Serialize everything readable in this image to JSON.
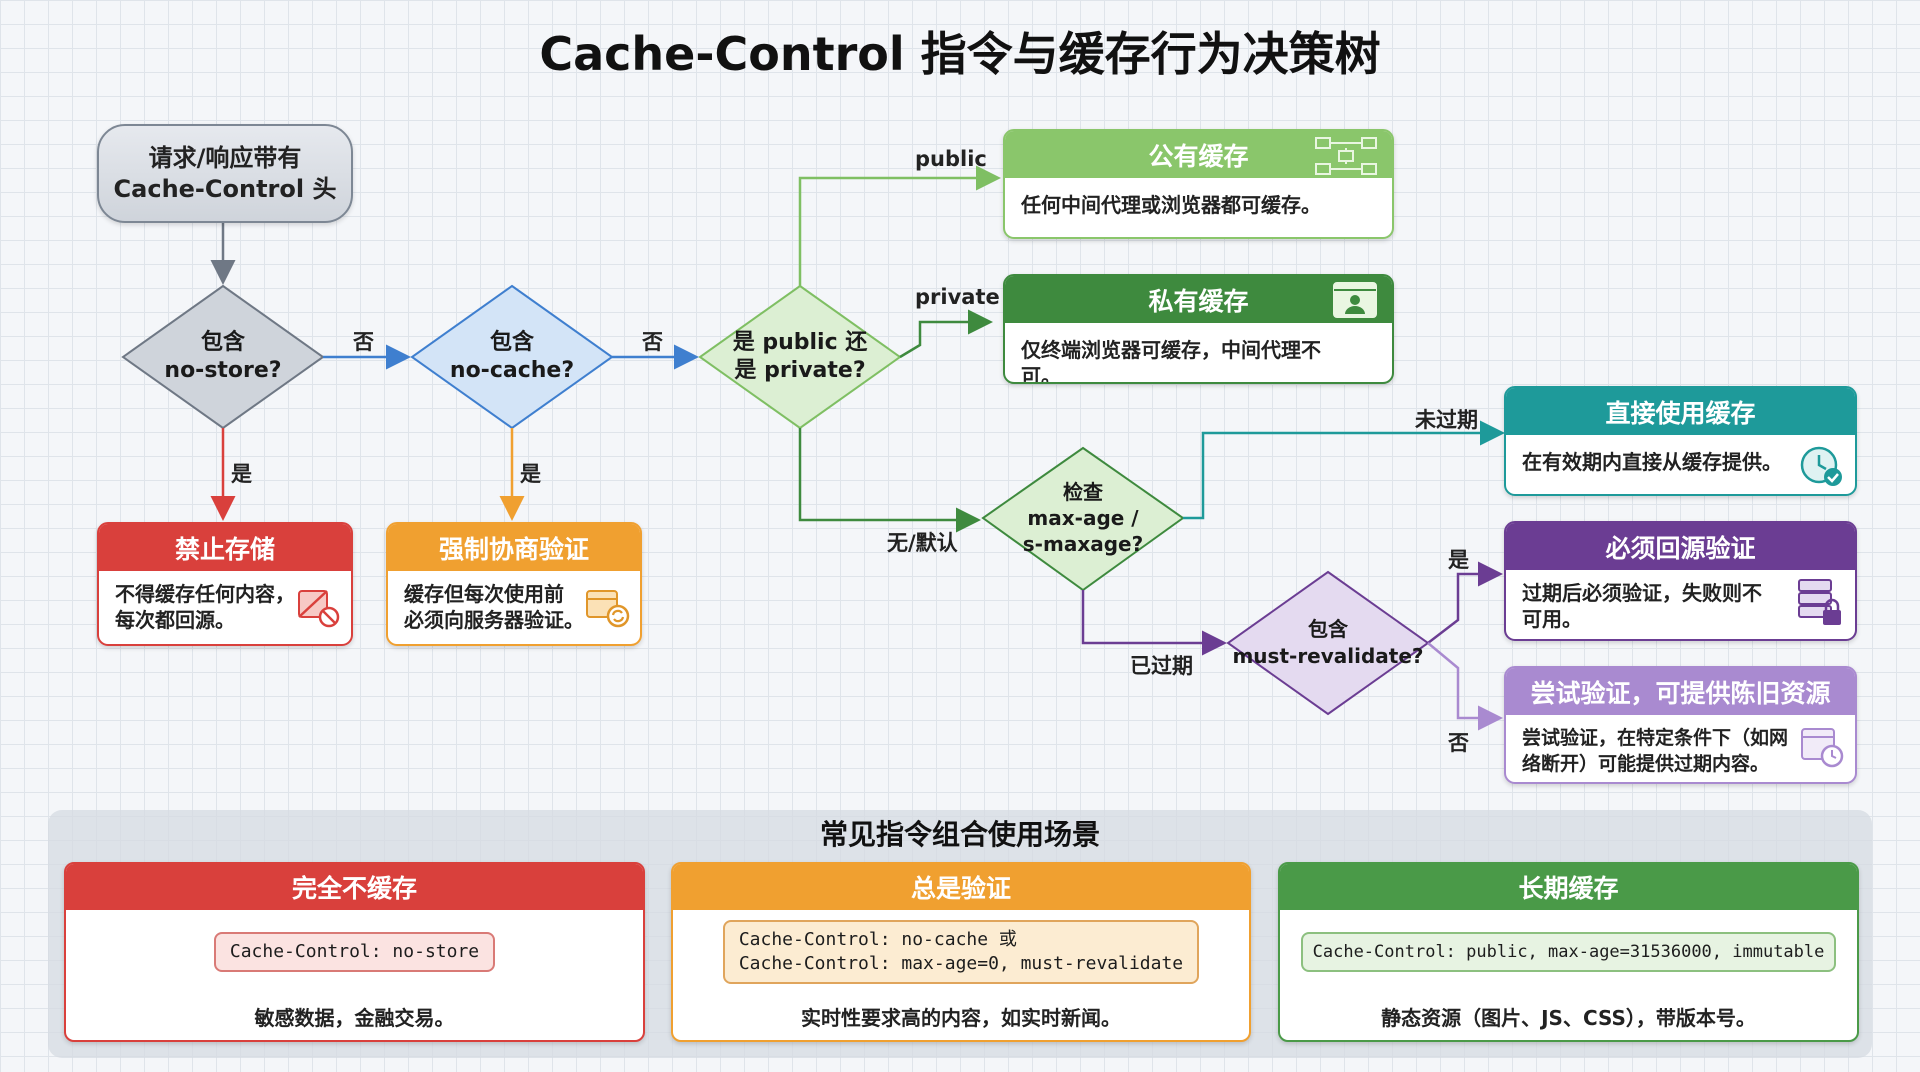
{
  "title": "Cache-Control 指令与缓存行为决策树",
  "start": {
    "line1": "请求/响应带有",
    "line2": "Cache-Control 头"
  },
  "decisions": {
    "no_store": {
      "line1": "包含",
      "line2": "no-store?"
    },
    "no_cache": {
      "line1": "包含",
      "line2": "no-cache?"
    },
    "public_private": {
      "line1": "是 public 还",
      "line2": "是 private?"
    },
    "max_age": {
      "line1": "检查",
      "line2": "max-age /",
      "line3": "s-maxage?"
    },
    "must_revalidate": {
      "line1": "包含",
      "line2": "must-revalidate?"
    }
  },
  "edge_labels": {
    "no_store_no": "否",
    "no_store_yes": "是",
    "no_cache_no": "否",
    "no_cache_yes": "是",
    "public": "public",
    "private": "private",
    "none_default": "无/默认",
    "not_expired": "未过期",
    "expired": "已过期",
    "must_yes": "是",
    "must_no": "否"
  },
  "outcomes": {
    "no_store": {
      "title": "禁止存储",
      "line1": "不得缓存任何内容，",
      "line2": "每次都回源。",
      "color": "#d9403c",
      "icon": "no-storage-icon"
    },
    "no_cache": {
      "title": "强制协商验证",
      "line1": "缓存但每次使用前",
      "line2": "必须向服务器验证。",
      "color": "#f0a030",
      "icon": "sync-box-icon"
    },
    "public": {
      "title": "公有缓存",
      "text": "任何中间代理或浏览器都可缓存。",
      "color": "#8ac66b",
      "icon": "network-icon"
    },
    "private": {
      "title": "私有缓存",
      "text": "仅终端浏览器可缓存，中间代理不可。",
      "color": "#3e8a3e",
      "icon": "user-profile-icon"
    },
    "fresh": {
      "title": "直接使用缓存",
      "text": "在有效期内直接从缓存提供。",
      "color": "#1e9a9a",
      "icon": "clock-check-icon"
    },
    "must_revalidate": {
      "title": "必须回源验证",
      "line1": "过期后必须验证，失败则不",
      "line2": "可用。",
      "color": "#6b3d93",
      "icon": "server-lock-icon"
    },
    "stale": {
      "title": "尝试验证，可提供陈旧资源",
      "line1": "尝试验证，在特定条件下（如网",
      "line2": "络断开）可能提供过期内容。",
      "color": "#a98ad0",
      "icon": "calendar-clock-icon"
    }
  },
  "scenarios": {
    "heading": "常见指令组合使用场景",
    "items": [
      {
        "title": "完全不缓存",
        "code1": "Cache-Control: no-store",
        "code2": "",
        "desc": "敏感数据，金融交易。",
        "color": "#d9403c",
        "code_bg": "#fbe3e1",
        "code_border": "#d97a76"
      },
      {
        "title": "总是验证",
        "code1": "Cache-Control: no-cache 或",
        "code2": "Cache-Control: max-age=0, must-revalidate",
        "desc": "实时性要求高的内容，如实时新闻。",
        "color": "#f0a030",
        "code_bg": "#fcecd2",
        "code_border": "#e0a55c"
      },
      {
        "title": "长期缓存",
        "code1": "Cache-Control: public, max-age=31536000, immutable",
        "code2": "",
        "desc": "静态资源（图片、JS、CSS），带版本号。",
        "color": "#4a9a48",
        "code_bg": "#e7f3e2",
        "code_border": "#8cc07f"
      }
    ]
  }
}
